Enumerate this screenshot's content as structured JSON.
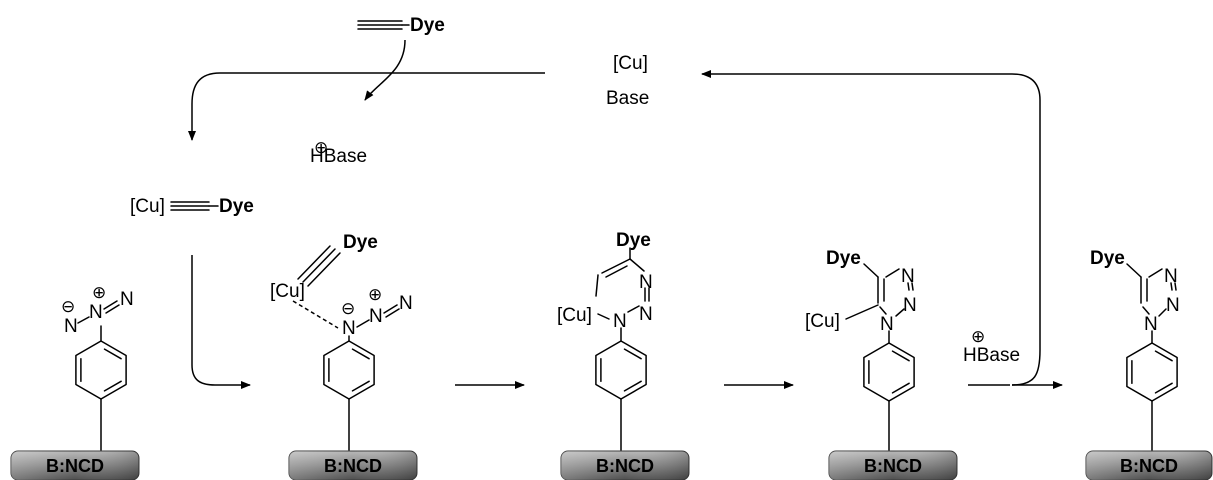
{
  "labels": {
    "dye": "Dye",
    "cu": "[Cu]",
    "base": "Base",
    "hbase": "HBase",
    "surface": "B:NCD",
    "n": "N",
    "plus": "⊕",
    "minus": "⊖"
  }
}
